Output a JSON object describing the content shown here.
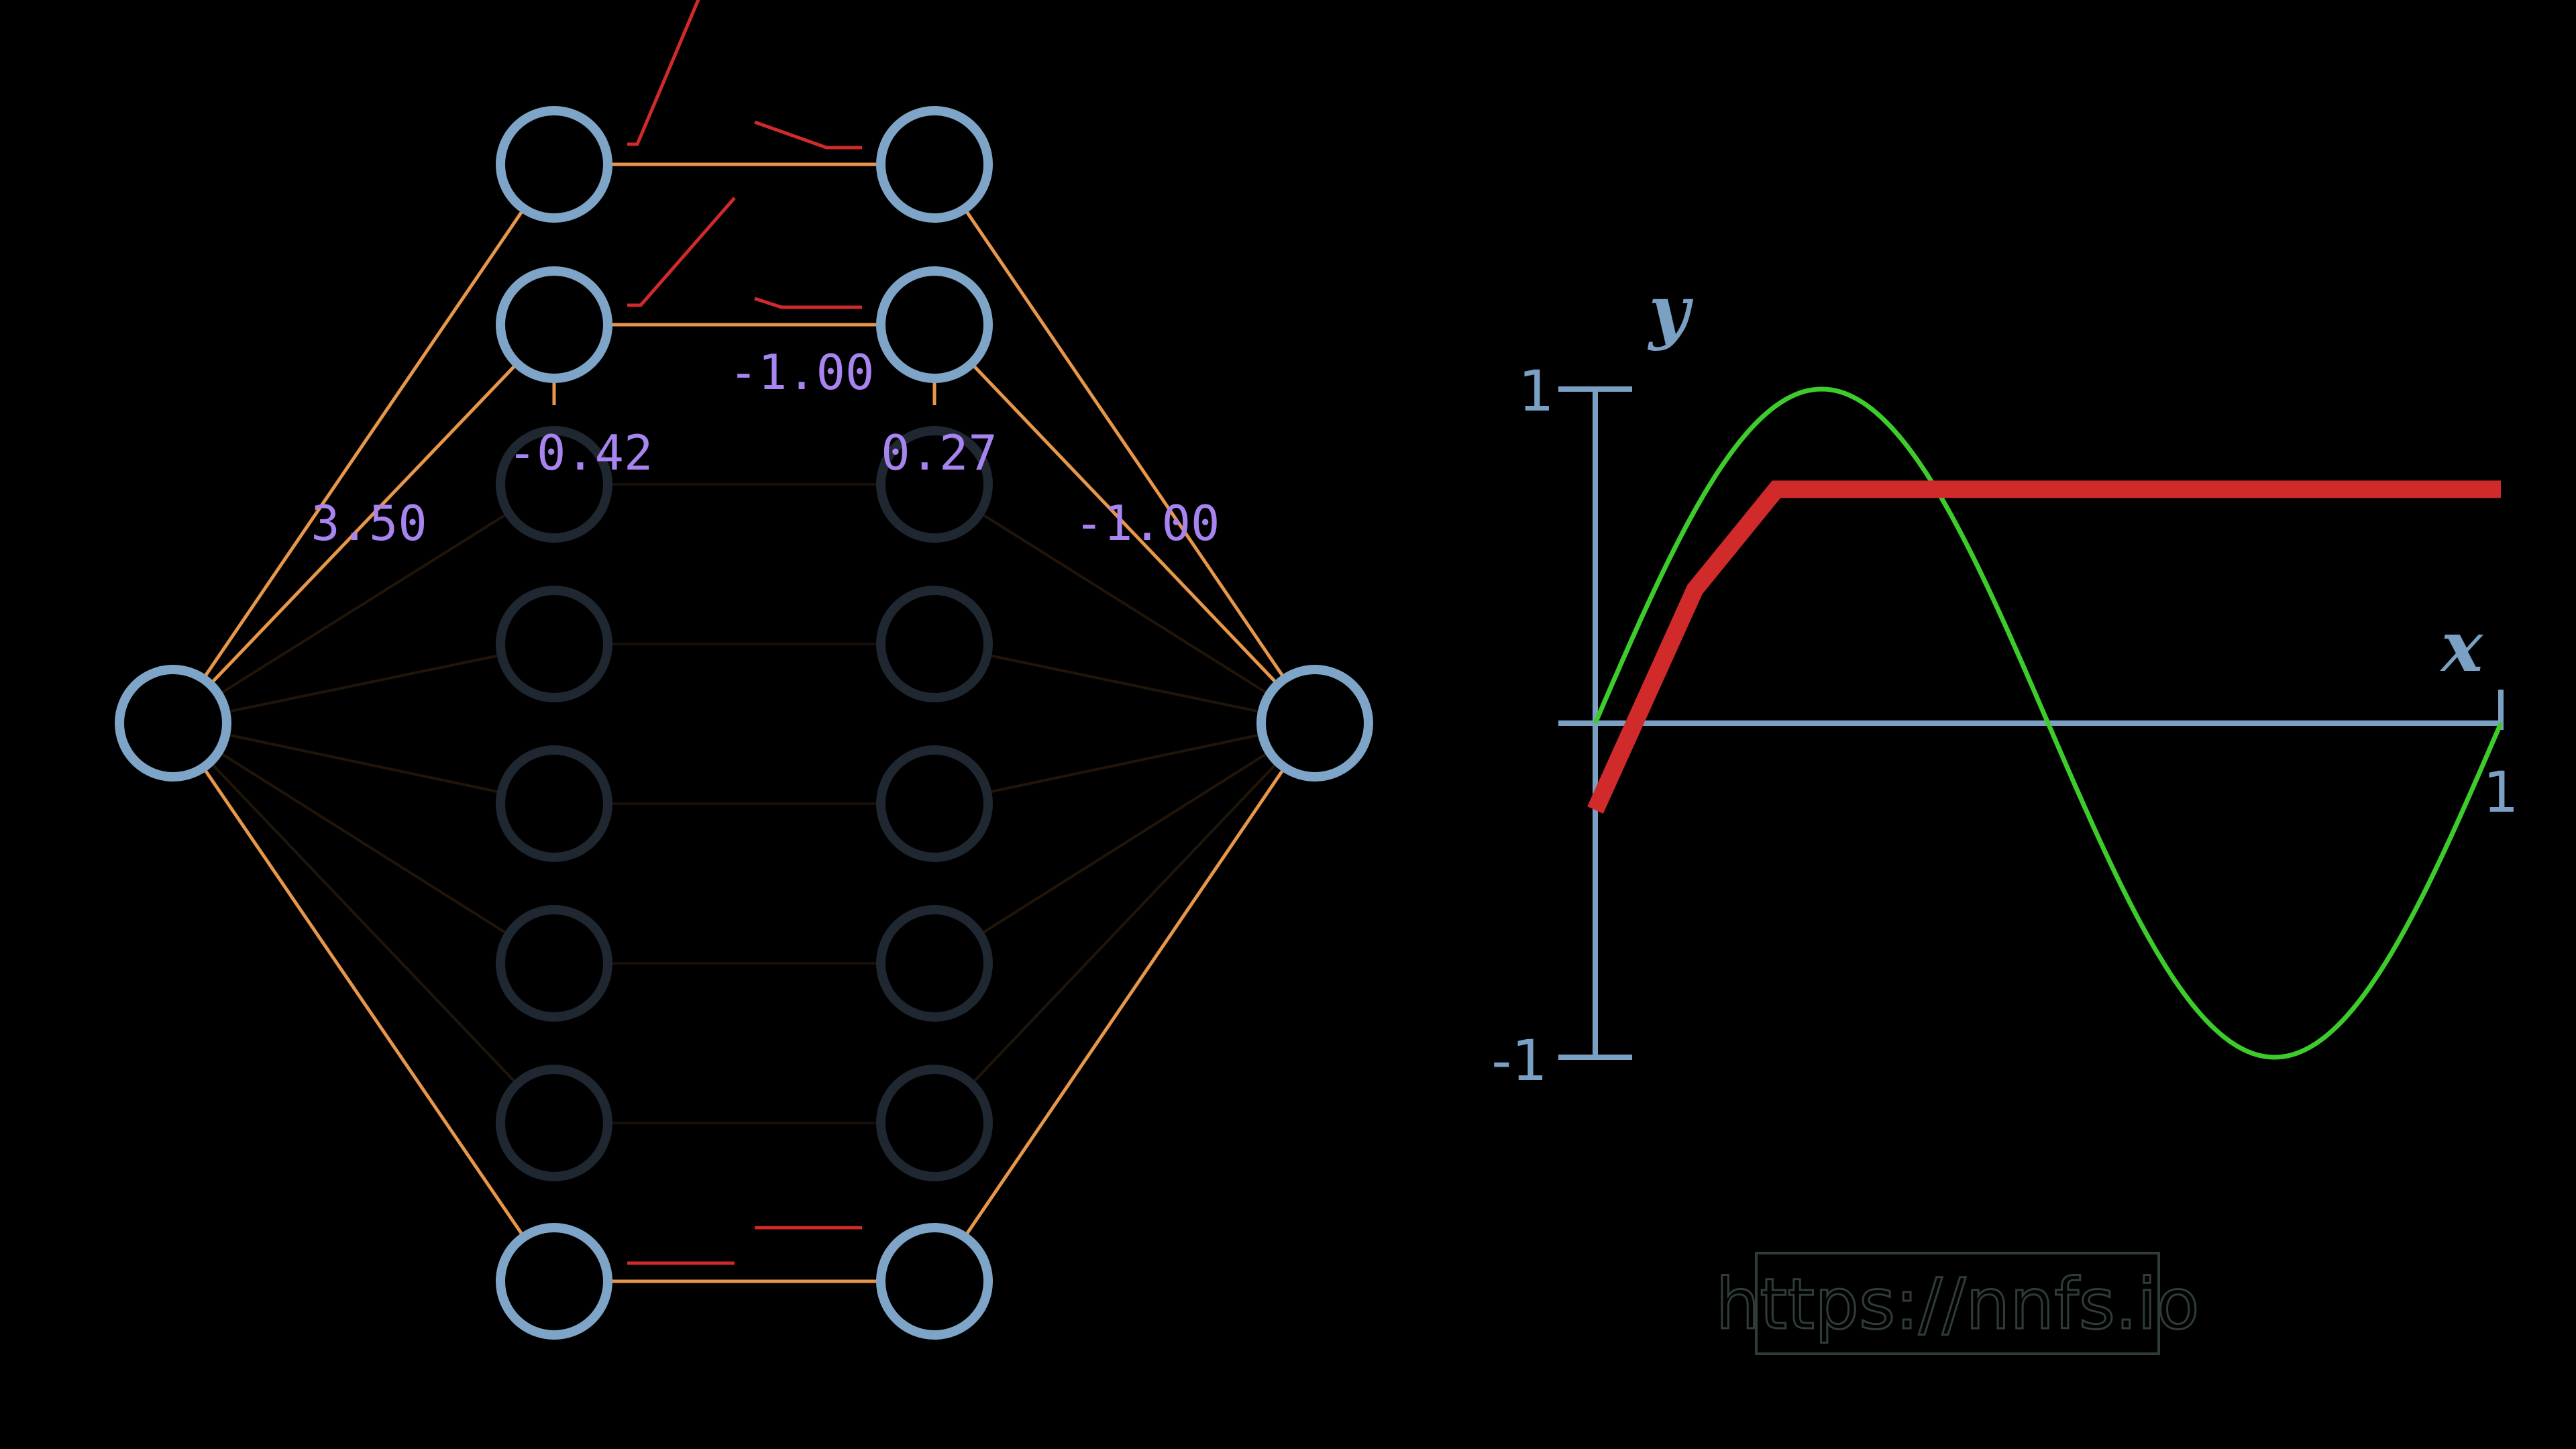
{
  "network": {
    "weight_labels": [
      "3.50",
      "-0.42",
      "-1.00",
      "0.27",
      "-1.00"
    ],
    "colors": {
      "neuron_active": "#7ea5c8",
      "neuron_dim": "#1f2730",
      "connection": "#e8974a",
      "activation": "#d12a2a",
      "weight_text": "#a884f0"
    },
    "input_count": 1,
    "hidden_layer_1_count": 8,
    "hidden_layer_2_count": 8,
    "output_count": 1,
    "active_hidden_rows": [
      0,
      1,
      7
    ]
  },
  "chart_data": {
    "type": "line",
    "title": "",
    "xlabel": "x",
    "ylabel": "y",
    "xlim": [
      0,
      1
    ],
    "ylim": [
      -1,
      1
    ],
    "x_ticks": [
      "1"
    ],
    "y_ticks": [
      "1",
      "-1"
    ],
    "grid": false,
    "series": [
      {
        "color": "#3dcc2c",
        "function": "sin(2*pi*x)",
        "x": [
          0,
          0.05,
          0.1,
          0.15,
          0.2,
          0.25,
          0.3,
          0.35,
          0.4,
          0.45,
          0.5,
          0.55,
          0.6,
          0.65,
          0.7,
          0.75,
          0.8,
          0.85,
          0.9,
          0.95,
          1.0
        ],
        "y": [
          0,
          0.309,
          0.588,
          0.809,
          0.951,
          1.0,
          0.951,
          0.809,
          0.588,
          0.309,
          0,
          -0.309,
          -0.588,
          -0.809,
          -0.951,
          -1.0,
          -0.951,
          -0.809,
          -0.588,
          -0.309,
          0
        ]
      },
      {
        "color": "#d12a2a",
        "x": [
          0,
          0.11,
          0.2,
          1.0
        ],
        "y": [
          -0.26,
          0.4,
          0.7,
          0.7
        ]
      }
    ]
  },
  "watermark": {
    "text": "https://nnfs.io"
  }
}
